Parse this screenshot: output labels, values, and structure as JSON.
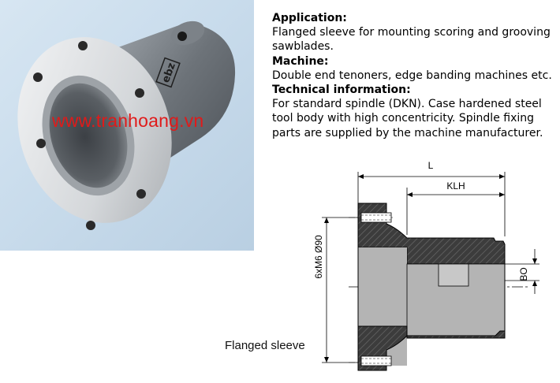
{
  "watermark": "www.tranhoang.vn",
  "logo_text": "ebz",
  "sections": [
    {
      "heading": "Application:",
      "text": "Flanged sleeve for mounting scoring and grooving sawblades."
    },
    {
      "heading": "Machine:",
      "text": "Double end tenoners, edge banding machines etc."
    },
    {
      "heading": "Technical information:",
      "text": "For standard spindle (DKN). Case hardened steel tool body with high concentricity. Spindle fixing parts are supplied by the machine manufacturer."
    }
  ],
  "drawing": {
    "dim_L": "L",
    "dim_KLH": "KLH",
    "dim_holes": "6xM6 Ø90",
    "dim_BO": "BO"
  },
  "caption": "Flanged sleeve",
  "colors": {
    "watermark": "#e01a1a",
    "hatch": "#3c3c3c",
    "section_fill": "#b4b4b4"
  }
}
